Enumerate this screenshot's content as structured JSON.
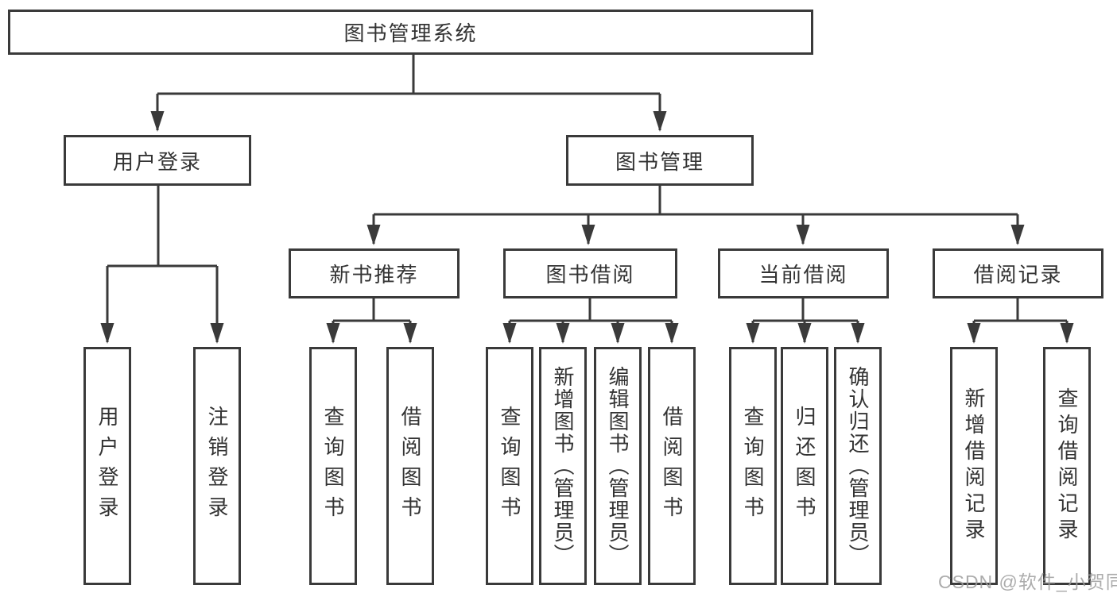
{
  "diagram_title": "图书管理系统",
  "nodes": {
    "root": {
      "label": "图书管理系统"
    },
    "user_login": {
      "label": "用户登录"
    },
    "book_management": {
      "label": "图书管理"
    },
    "new_book_recommend": {
      "label": "新书推荐"
    },
    "book_borrow": {
      "label": "图书借阅"
    },
    "current_borrow": {
      "label": "当前借阅"
    },
    "borrow_record": {
      "label": "借阅记录"
    },
    "leaf_login": {
      "label": "用户登录"
    },
    "leaf_logout": {
      "label": "注销登录"
    },
    "leaf_nb_query": {
      "label": "查询图书"
    },
    "leaf_nb_borrow": {
      "label": "借阅图书"
    },
    "leaf_bb_query": {
      "label": "查询图书"
    },
    "leaf_bb_add": {
      "label": "新增图书（管理员）"
    },
    "leaf_bb_edit": {
      "label": "编辑图书（管理员）"
    },
    "leaf_bb_borrow": {
      "label": "借阅图书"
    },
    "leaf_cb_query": {
      "label": "查询图书"
    },
    "leaf_cb_return": {
      "label": "归还图书"
    },
    "leaf_cb_confirm": {
      "label": "确认归还（管理员）"
    },
    "leaf_br_add": {
      "label": "新增借阅记录"
    },
    "leaf_br_query": {
      "label": "查询借阅记录"
    }
  },
  "watermark": {
    "text": "CSDN @软件_小贺同学"
  },
  "colors": {
    "line": "#3a3a3a",
    "box_border": "#3a3a3a",
    "text": "#333333",
    "background": "#ffffff",
    "watermark": "#9e9e9e"
  }
}
